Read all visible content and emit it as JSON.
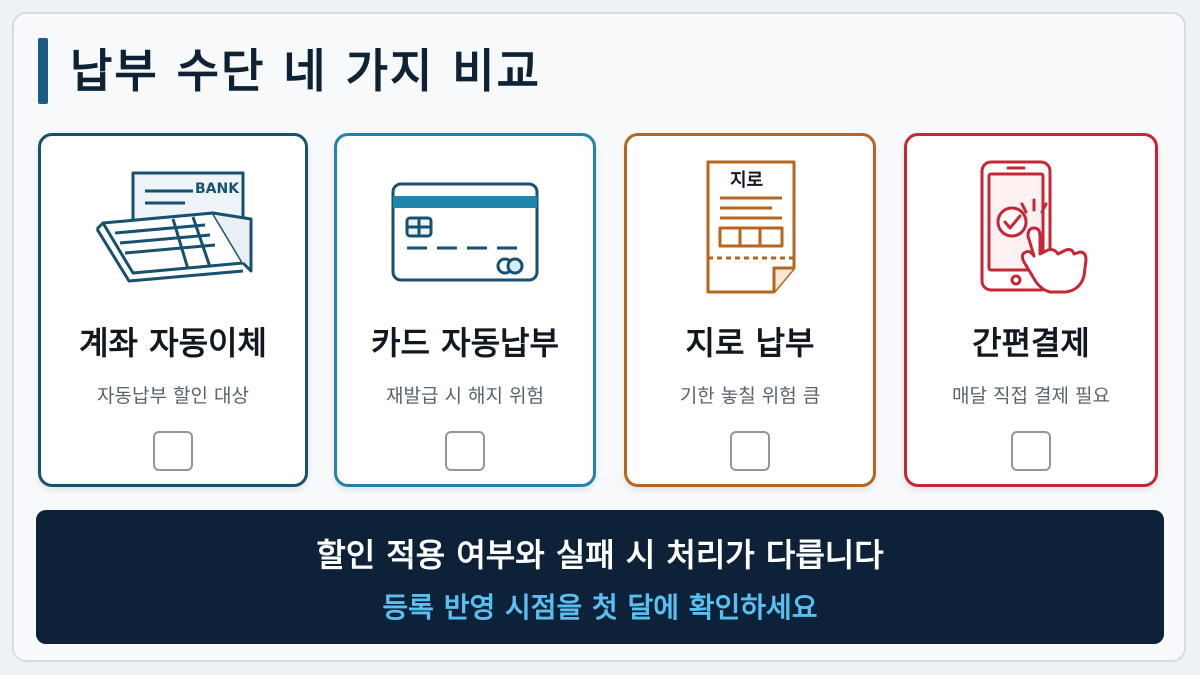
{
  "title": "납부 수단 네 가지 비교",
  "colors": {
    "account": "#17516f",
    "card": "#1f85ad",
    "giro": "#b5651d",
    "simple": "#c72634"
  },
  "methods": [
    {
      "icon": "bankbook-icon",
      "name": "계좌 자동이체",
      "desc": "자동납부 할인 대상",
      "icon_text": "BANK"
    },
    {
      "icon": "credit-card-icon",
      "name": "카드 자동납부",
      "desc": "재발급 시 해지 위험"
    },
    {
      "icon": "giro-bill-icon",
      "name": "지로 납부",
      "desc": "기한 놓칠 위험 큼",
      "icon_text": "지로"
    },
    {
      "icon": "phone-tap-icon",
      "name": "간편결제",
      "desc": "매달 직접 결제 필요"
    }
  ],
  "banner": {
    "line1": "할인 적용 여부와 실패 시 처리가 다릅니다",
    "line2": "등록 반영 시점을 첫 달에 확인하세요"
  }
}
